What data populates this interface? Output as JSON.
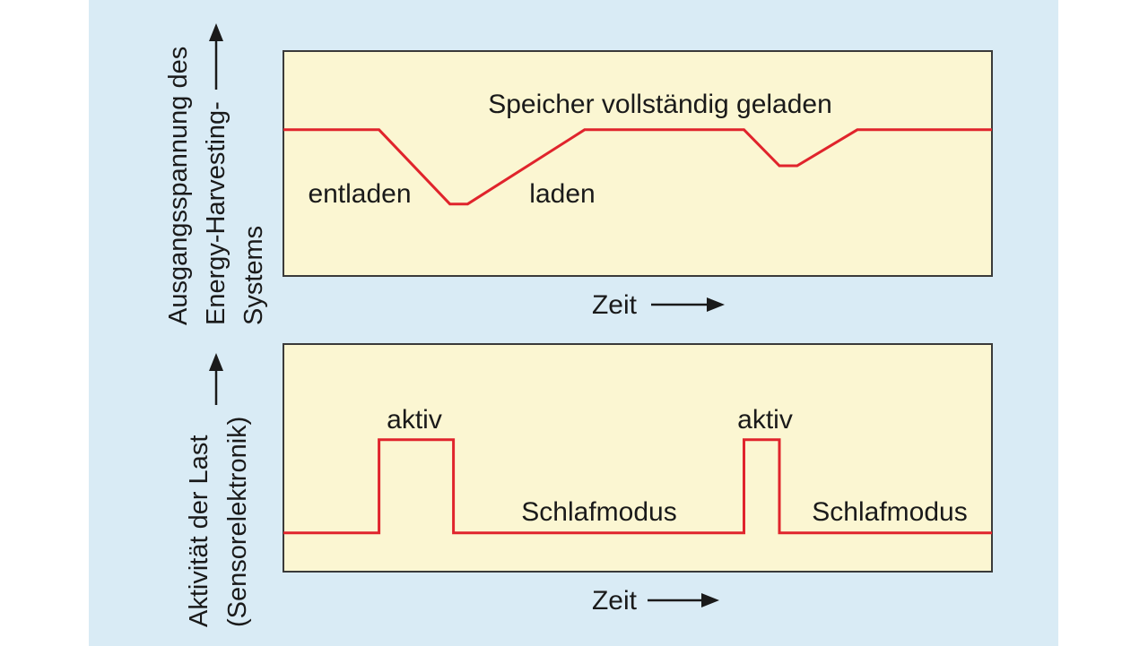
{
  "colors": {
    "panel_background": "#d9ebf5",
    "plot_background": "#fbf6d2",
    "plot_border": "#3a3a3a",
    "series_line": "#e0242c",
    "text": "#1a1a1a"
  },
  "chart_data": [
    {
      "type": "line",
      "title": "",
      "xlabel": "Zeit",
      "ylabel_lines": [
        "Ausgangsspannung des",
        "Energy-Harvesting-",
        "Systems"
      ],
      "x_unit": "relative",
      "xlim": [
        0,
        100
      ],
      "ylim": [
        0,
        100
      ],
      "grid": false,
      "series": [
        {
          "x": [
            0,
            13.5,
            23.5,
            26.0,
            42.5,
            65.0,
            70.0,
            72.5,
            81.0,
            100
          ],
          "y": [
            65,
            65,
            32,
            32,
            65,
            65,
            49,
            49,
            65,
            65
          ]
        }
      ],
      "annotations": [
        {
          "text": "Speicher vollständig geladen",
          "x": 50,
          "y": 77
        },
        {
          "text": "entladen",
          "x": 11,
          "y": 37
        },
        {
          "text": "laden",
          "x": 39,
          "y": 37
        }
      ]
    },
    {
      "type": "line",
      "title": "",
      "xlabel": "Zeit",
      "ylabel_lines": [
        "Aktivität der Last",
        "(Sensorelektronik)"
      ],
      "x_unit": "relative",
      "xlim": [
        0,
        100
      ],
      "ylim": [
        0,
        100
      ],
      "grid": false,
      "series": [
        {
          "x": [
            0,
            13.5,
            13.5,
            24.0,
            24.0,
            65.0,
            65.0,
            70.0,
            70.0,
            100
          ],
          "y": [
            17,
            17,
            58,
            58,
            17,
            17,
            58,
            58,
            17,
            17
          ]
        }
      ],
      "annotations": [
        {
          "text": "aktiv",
          "x": 18.5,
          "y": 66
        },
        {
          "text": "aktiv",
          "x": 67.5,
          "y": 66
        },
        {
          "text": "Schlafmodus",
          "x": 44.5,
          "y": 25
        },
        {
          "text": "Schlafmodus",
          "x": 86,
          "y": 25
        }
      ]
    }
  ]
}
